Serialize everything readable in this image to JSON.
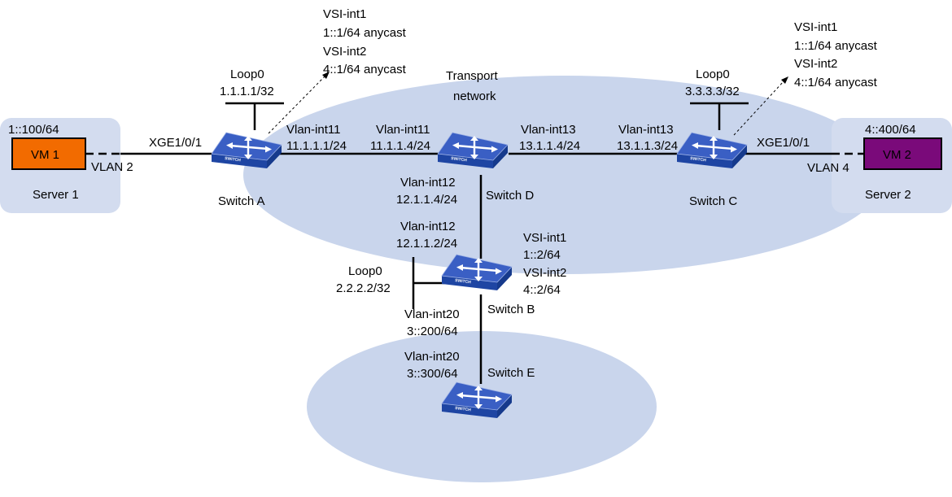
{
  "cloud": {
    "transport_line1": "Transport",
    "transport_line2": "network"
  },
  "servers": {
    "server1": {
      "label": "Server 1",
      "ip": "1::100/64",
      "vm": "VM 1",
      "vlan": "VLAN 2",
      "vm_color": "#f26b00"
    },
    "server2": {
      "label": "Server 2",
      "ip": "4::400/64",
      "vm": "VM 2",
      "vlan": "VLAN 4",
      "vm_color": "#7a0a7a"
    }
  },
  "switches": {
    "a": {
      "name": "Switch A",
      "loop_label": "Loop0",
      "loop_ip": "1.1.1.1/32",
      "port": "XGE1/0/1",
      "vlan_if": "Vlan-int11",
      "vlan_ip": "11.1.1.1/24"
    },
    "c": {
      "name": "Switch C",
      "loop_label": "Loop0",
      "loop_ip": "3.3.3.3/32",
      "port": "XGE1/0/1",
      "vlan_if": "Vlan-int13",
      "vlan_ip": "13.1.1.3/24"
    },
    "d": {
      "name": "Switch D",
      "left_if": "Vlan-int11",
      "left_ip": "11.1.1.4/24",
      "right_if": "Vlan-int13",
      "right_ip": "13.1.1.4/24",
      "down_if": "Vlan-int12",
      "down_ip": "12.1.1.4/24"
    },
    "b": {
      "name": "Switch B",
      "loop_label": "Loop0",
      "loop_ip": "2.2.2.2/32",
      "up_if": "Vlan-int12",
      "up_ip": "12.1.1.2/24",
      "vsi1": "VSI-int1",
      "vsi1_ip": "1::2/64",
      "vsi2": "VSI-int2",
      "vsi2_ip": "4::2/64",
      "down_if": "Vlan-int20",
      "down_ip": "3::200/64"
    },
    "e": {
      "name": "Switch E",
      "up_if": "Vlan-int20",
      "up_ip": "3::300/64"
    }
  },
  "callouts": {
    "a": {
      "vsi1": "VSI-int1",
      "vsi1_ip": "1::1/64 anycast",
      "vsi2": "VSI-int2",
      "vsi2_ip": "4::1/64 anycast"
    },
    "c": {
      "vsi1": "VSI-int1",
      "vsi1_ip": "1::1/64 anycast",
      "vsi2": "VSI-int2",
      "vsi2_ip": "4::1/64 anycast"
    }
  },
  "switch_badge": "SWITCH",
  "colors": {
    "cloud": "#c9d5ec",
    "server_box": "#d3dcef",
    "switch_top": "#2f55b8",
    "switch_side": "#163a8c"
  }
}
